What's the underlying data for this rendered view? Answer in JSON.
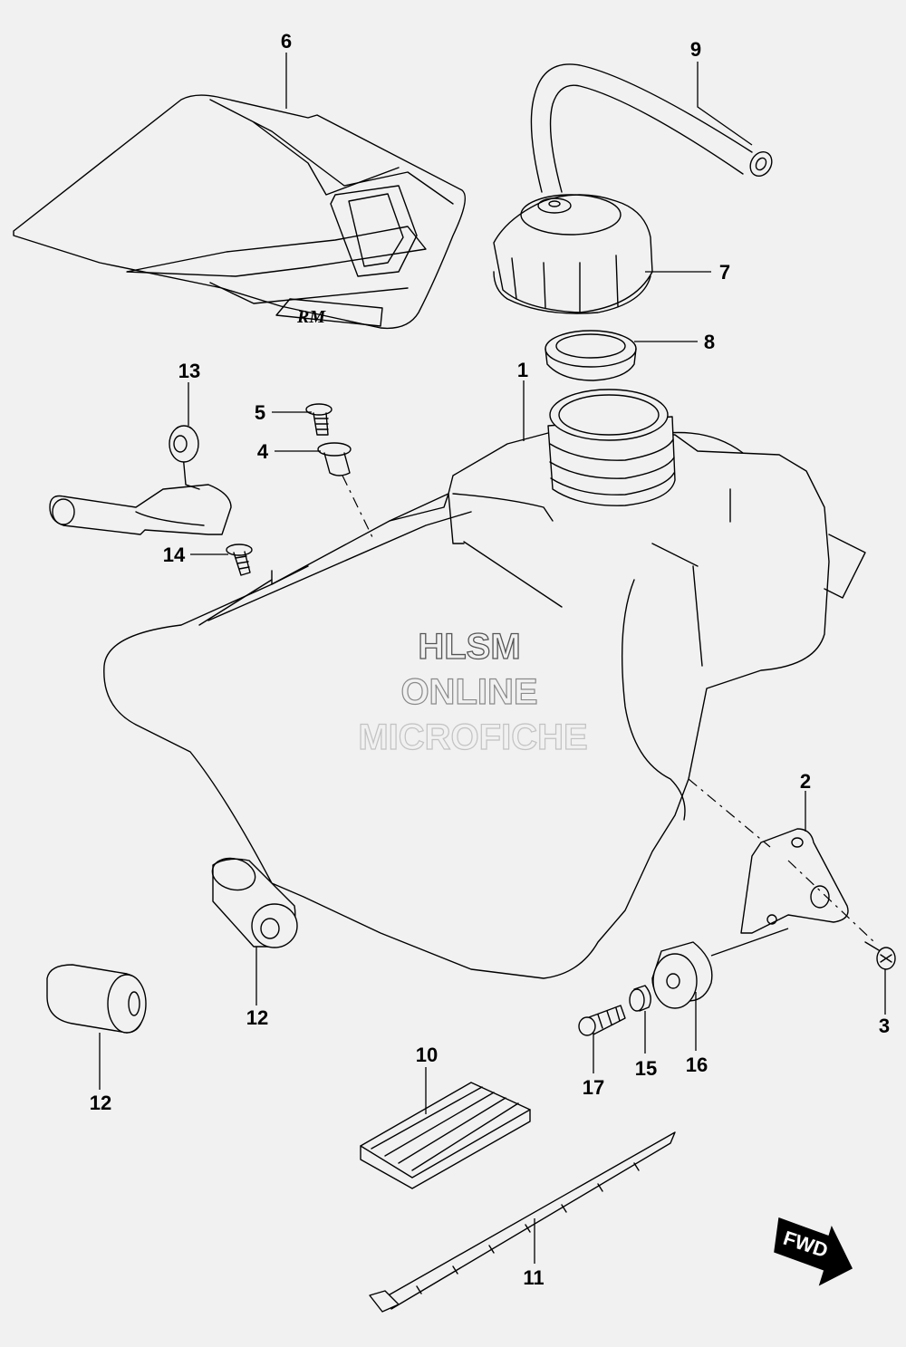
{
  "callouts": [
    {
      "id": "1",
      "label": "1"
    },
    {
      "id": "2",
      "label": "2"
    },
    {
      "id": "3",
      "label": "3"
    },
    {
      "id": "4",
      "label": "4"
    },
    {
      "id": "5",
      "label": "5"
    },
    {
      "id": "6",
      "label": "6"
    },
    {
      "id": "7",
      "label": "7"
    },
    {
      "id": "8",
      "label": "8"
    },
    {
      "id": "9",
      "label": "9"
    },
    {
      "id": "10",
      "label": "10"
    },
    {
      "id": "11",
      "label": "11"
    },
    {
      "id": "12a",
      "label": "12"
    },
    {
      "id": "12b",
      "label": "12"
    },
    {
      "id": "13",
      "label": "13"
    },
    {
      "id": "14",
      "label": "14"
    },
    {
      "id": "15",
      "label": "15"
    },
    {
      "id": "16",
      "label": "16"
    },
    {
      "id": "17",
      "label": "17"
    }
  ],
  "watermark": {
    "line1": "HLSM",
    "line2": "ONLINE",
    "line3": "MICROFICHE"
  },
  "fwd_arrow": {
    "label": "FWD"
  },
  "emblem": {
    "label": "RM"
  }
}
